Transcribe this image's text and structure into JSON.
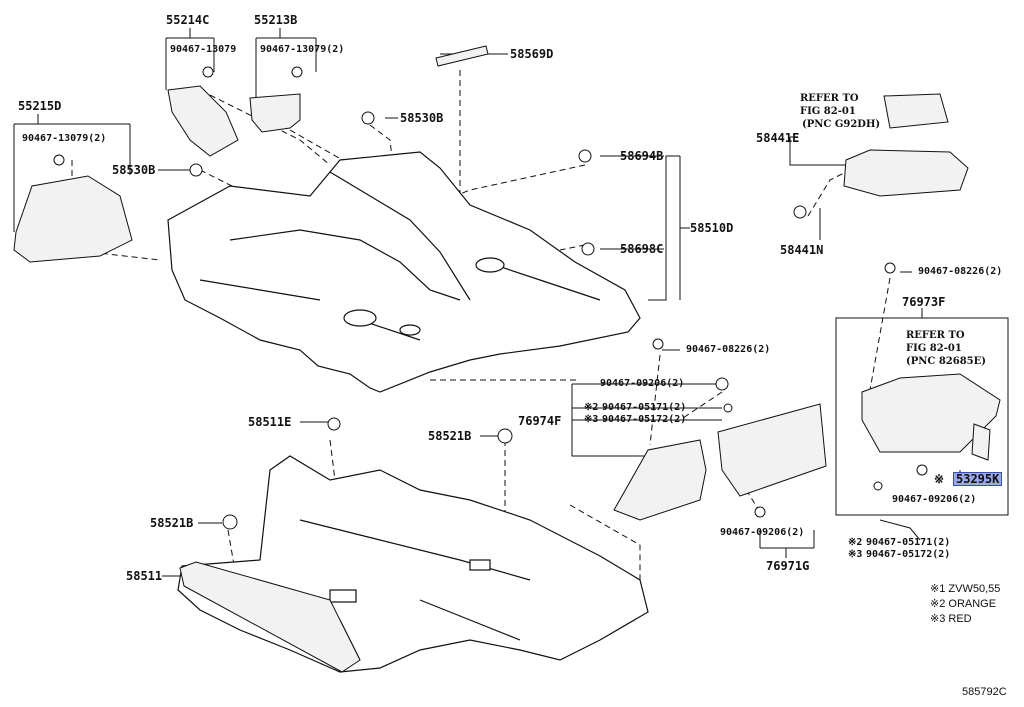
{
  "parts": {
    "p55214C": "55214C",
    "p55213B": "55213B",
    "p55215D": "55215D",
    "p58569D": "58569D",
    "p58530B_a": "58530B",
    "p58530B_b": "58530B",
    "p58694B": "58694B",
    "p58510D": "58510D",
    "p58698C": "58698C",
    "p58441E": "58441E",
    "p58441N": "58441N",
    "p76973F": "76973F",
    "p76974F": "76974F",
    "p58511E": "58511E",
    "p58521B_a": "58521B",
    "p58521B_b": "58521B",
    "p58511": "58511",
    "p76971G": "76971G",
    "p53295K": "53295K"
  },
  "screws": {
    "s1": "90467-13079",
    "s2": "90467-13079(2)",
    "s3": "90467-13079(2)",
    "s4": "90467-08226(2)",
    "s5": "90467-08226(2)",
    "s6": "90467-09206(2)",
    "s7": "90467-05171(2)",
    "s8": "90467-05172(2)",
    "s9": "90467-09206(2)",
    "s10": "90467-09206(2)",
    "s11": "90467-05171(2)",
    "s12": "90467-05172(2)"
  },
  "marks": {
    "m2a": "※2",
    "m3a": "※3",
    "m2b": "※2",
    "m3b": "※3",
    "mk": "※"
  },
  "refs": {
    "r1_line1": "REFER TO",
    "r1_line2": "FIG 82-01",
    "r1_line3": "(PNC G92DH)",
    "r2_line1": "REFER TO",
    "r2_line2": "FIG 82-01",
    "r2_line3": "(PNC 82685E)"
  },
  "notes": {
    "n1": "※1 ZVW50,55",
    "n2": "※2 ORANGE",
    "n3": "※3 RED"
  },
  "diagram_code": "585792C",
  "colors": {
    "highlight": "#9aa8e8",
    "line": "#111111"
  }
}
